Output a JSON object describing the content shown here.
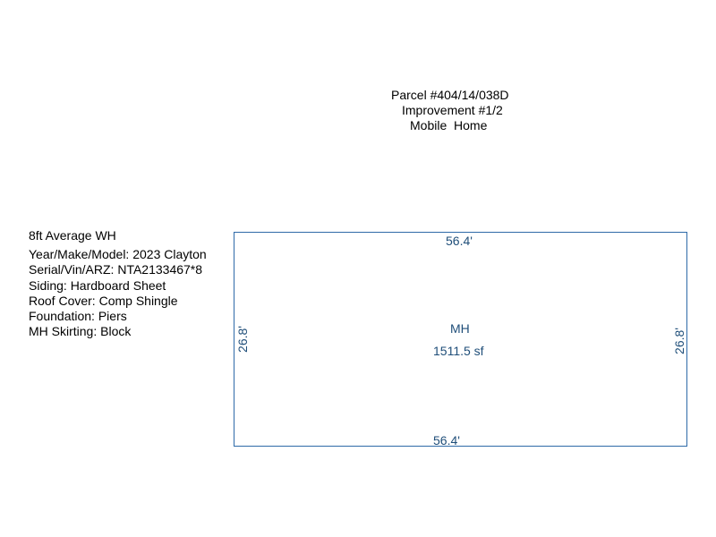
{
  "header": {
    "parcel": "Parcel #404/14/038D",
    "improvement": "Improvement #1/2",
    "type": "Mobile  Home"
  },
  "notes": {
    "wall_height": "8ft Average WH",
    "items": [
      "Year/Make/Model: 2023 Clayton",
      "Serial/Vin/ARZ: NTA2133467*8",
      "Siding: Hardboard Sheet",
      "Roof Cover: Comp Shingle",
      "Foundation: Piers",
      "MH Skirting: Block"
    ]
  },
  "sketch": {
    "color": "#2e6aa8",
    "top_dimension": "56.4'",
    "bottom_dimension": "56.4'",
    "left_dimension": "26.8'",
    "right_dimension": "26.8'",
    "area_label": "MH",
    "area_value": "1511.5 sf"
  }
}
